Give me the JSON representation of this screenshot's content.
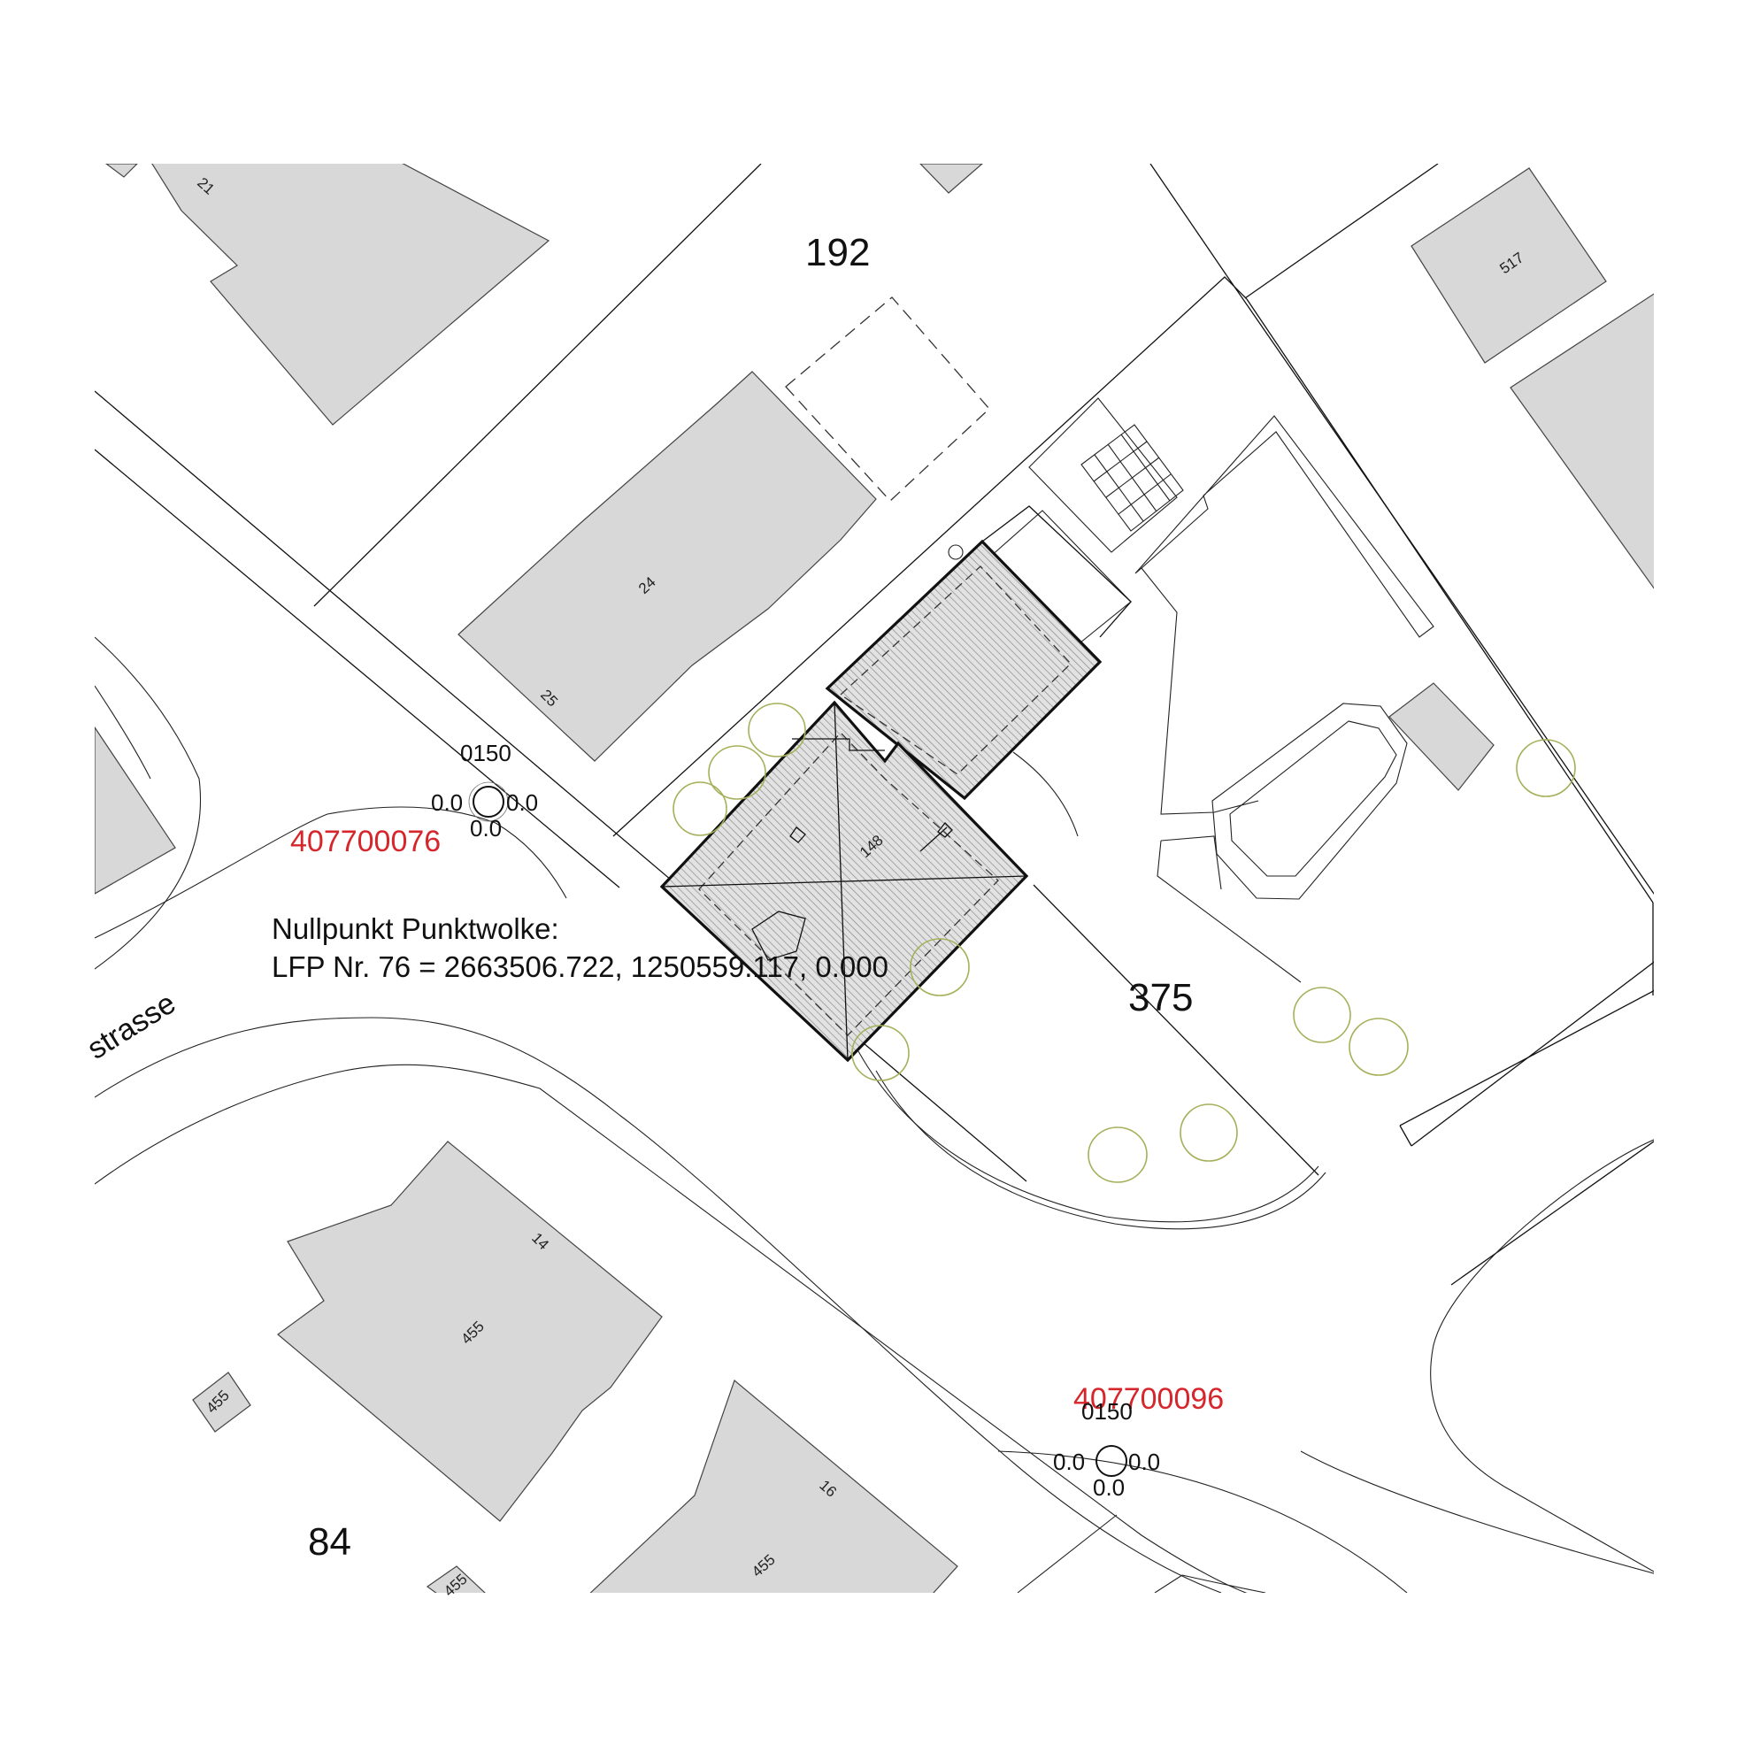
{
  "map": {
    "parcels": [
      {
        "id": "parcel-192",
        "label": "192"
      },
      {
        "id": "parcel-375",
        "label": "375"
      },
      {
        "id": "parcel-84",
        "label": "84"
      }
    ],
    "buildings": [
      {
        "id": "building-21",
        "label": "21"
      },
      {
        "id": "building-24",
        "label": "24"
      },
      {
        "id": "building-25",
        "label": "25"
      },
      {
        "id": "building-517",
        "label": "517"
      },
      {
        "id": "building-148",
        "label": "148"
      },
      {
        "id": "building-14",
        "label": "14"
      },
      {
        "id": "building-455a",
        "label": "455"
      },
      {
        "id": "building-455b",
        "label": "455"
      },
      {
        "id": "building-16",
        "label": "16"
      },
      {
        "id": "building-455c",
        "label": "455"
      },
      {
        "id": "building-455d",
        "label": "455"
      }
    ],
    "control_points": [
      {
        "id": "407700076",
        "label": "407700076",
        "code": "0150",
        "offset_left": "0.0",
        "offset_right": "0.0",
        "offset_bottom": "0.0"
      },
      {
        "id": "407700096",
        "label": "407700096",
        "code": "0150",
        "offset_left": "0.0",
        "offset_right": "0.0",
        "offset_bottom": "0.0"
      }
    ],
    "note": {
      "line1": "Nullpunkt Punktwolke:",
      "line2": "LFP Nr. 76 = 2663506.722, 1250559.117, 0.000"
    },
    "street_label": "strasse",
    "colors": {
      "building_fill": "#d8d8d8",
      "tree_outline": "#a6b05a",
      "control_point_label": "#d6262c"
    }
  }
}
